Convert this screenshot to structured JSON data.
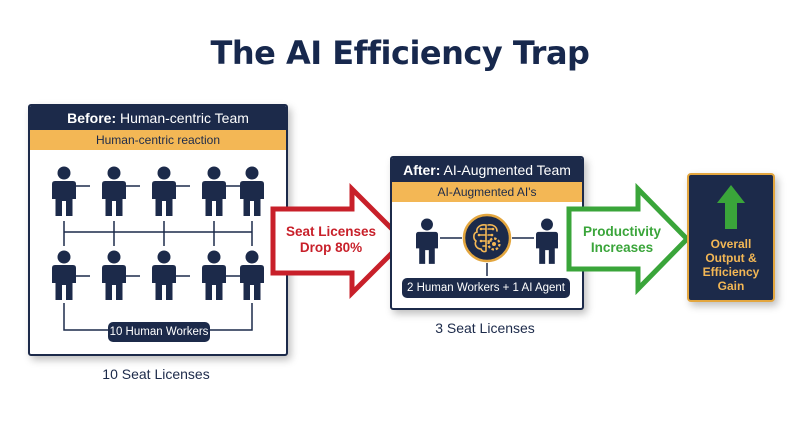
{
  "title": "The AI Efficiency Trap",
  "before": {
    "header_bold": "Before:",
    "header_rest": " Human-centric Team",
    "subheader": "Human-centric reaction",
    "pill": "10 Human Workers",
    "caption": "10 Seat Licenses"
  },
  "arrow_red": {
    "line1": "Seat Licenses",
    "line2": "Drop 80%"
  },
  "after": {
    "header_bold": "After:",
    "header_rest": " AI-Augmented Team",
    "subheader": "AI-Augmented AI's",
    "pill": "2 Human Workers + 1 AI Agent",
    "caption": "3 Seat Licenses"
  },
  "arrow_green": {
    "line1": "Productivity",
    "line2": "Increases"
  },
  "result": {
    "line1": "Overall",
    "line2": "Output &",
    "line3": "Efficiency",
    "line4": "Gain"
  },
  "colors": {
    "navy": "#1c2a4a",
    "gold": "#f3b755",
    "red": "#c8202a",
    "green": "#3aa53a",
    "result_text": "#f3b755"
  },
  "icons": [
    "person-icon",
    "ai-brain-icon",
    "up-arrow-icon"
  ]
}
